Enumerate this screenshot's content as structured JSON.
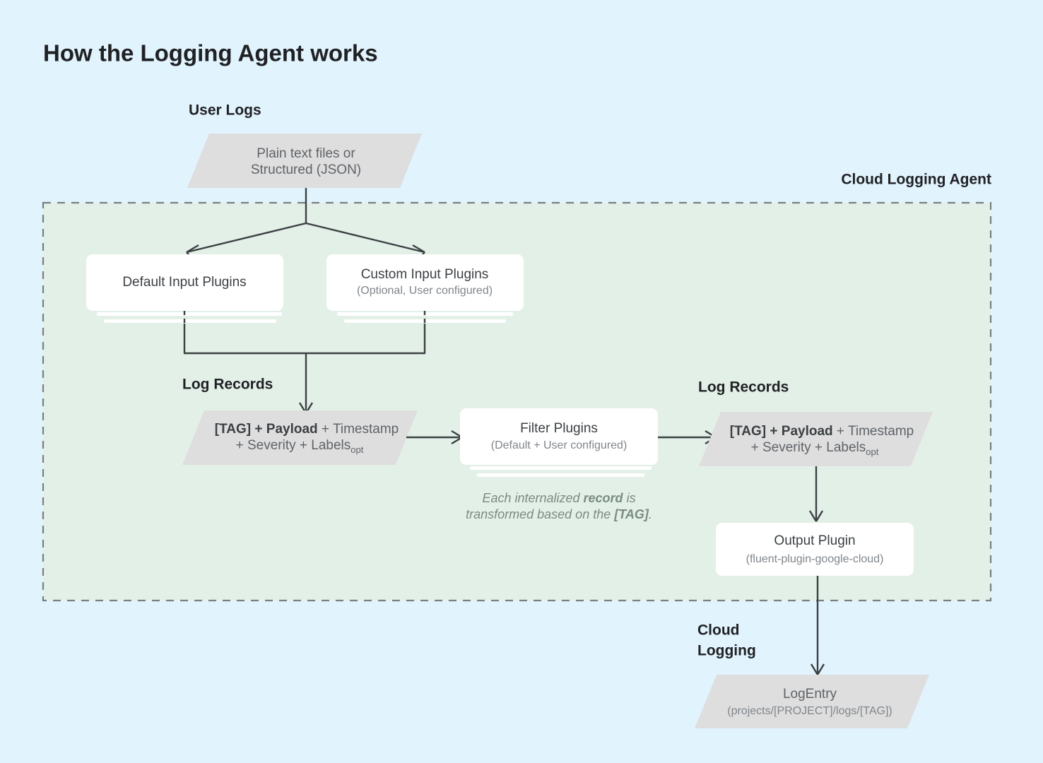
{
  "page": {
    "title": "How the Logging Agent works",
    "background_color": "#e1f3fd",
    "agent_region_color": "#e3f0e8",
    "node_fill_color": "#dedede",
    "card_color": "#ffffff",
    "connector_color": "#3c4043"
  },
  "labels": {
    "user_logs": "User Logs",
    "cloud_logging_agent": "Cloud Logging Agent",
    "log_records_left": "Log Records",
    "log_records_right": "Log Records",
    "cloud_logging_line1": "Cloud",
    "cloud_logging_line2": "Logging"
  },
  "nodes": {
    "user_logs_source": {
      "shape": "parallelogram",
      "line1": "Plain text files or",
      "line2": "Structured (JSON)"
    },
    "default_input_plugins": {
      "shape": "stacked-card",
      "title": "Default Input Plugins",
      "subtitle": ""
    },
    "custom_input_plugins": {
      "shape": "stacked-card",
      "title": "Custom Input Plugins",
      "subtitle": "(Optional, User configured)"
    },
    "log_record_left": {
      "shape": "parallelogram",
      "line1_bold": "[TAG] + Payload",
      "line1_rest": " + Timestamp",
      "line2": "+ Severity + Labels",
      "line2_subscript": "opt"
    },
    "filter_plugins": {
      "shape": "stacked-card",
      "title": "Filter Plugins",
      "subtitle": "(Default + User configured)"
    },
    "log_record_right": {
      "shape": "parallelogram",
      "line1_bold": "[TAG] + Payload",
      "line1_rest": " + Timestamp",
      "line2": "+ Severity + Labels",
      "line2_subscript": "opt"
    },
    "output_plugin": {
      "shape": "card",
      "title": "Output Plugin",
      "subtitle": "(fluent-plugin-google-cloud)"
    },
    "log_entry": {
      "shape": "parallelogram",
      "line1": "LogEntry",
      "line2": "(projects/[PROJECT]/logs/[TAG])"
    }
  },
  "captions": {
    "transform_note_line1_a": "Each internalized ",
    "transform_note_line1_b": "record",
    "transform_note_line1_c": " is",
    "transform_note_line2_a": "transformed based on the ",
    "transform_note_line2_b": "[TAG]",
    "transform_note_line2_c": "."
  }
}
